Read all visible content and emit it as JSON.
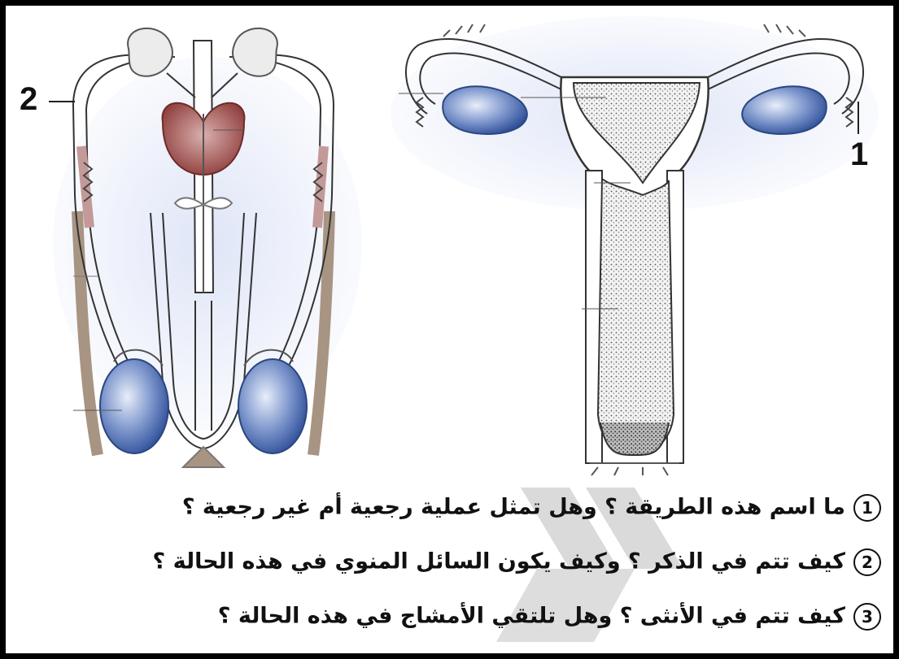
{
  "labels": {
    "female_label": "1",
    "male_label": "2"
  },
  "questions": [
    {
      "num": "1",
      "text": "ما اسم هذه الطريقة ؟ وهل تمثل عملية رجعية أم غير رجعية ؟"
    },
    {
      "num": "2",
      "text": "كيف تتم في الذكر ؟ وكيف يكون السائل المنوي في هذه الحالة ؟"
    },
    {
      "num": "3",
      "text": "كيف تتم في الأنثى ؟ وهل تلتقي الأمشاج في هذه الحالة ؟"
    }
  ],
  "colors": {
    "frame": "#000000",
    "testis_blue": "#3a5fa8",
    "prostate_red": "#9c4a48",
    "skin_tan": "#b7a48f",
    "watermark_grey": "#d4d4d4"
  }
}
